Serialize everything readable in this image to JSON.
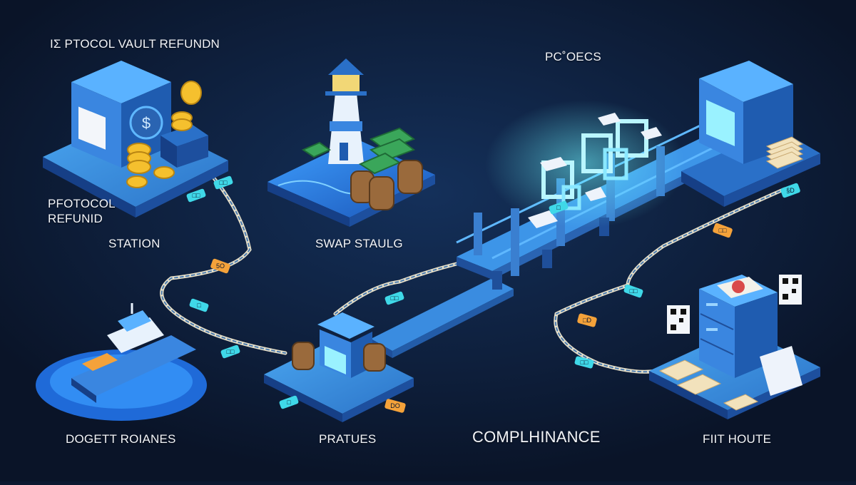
{
  "labels": {
    "vault_title": "IΣ  PTOCOL VAULT REFUNDN",
    "vault_sub": "PFOTOCOL\nREFUNID",
    "station": "STATION",
    "swap": "SWAP STAULG",
    "process": "PC˚OECS",
    "ship": "DOGETT ROIANES",
    "pratues": "PRATUES",
    "compliance": "COMPLHINANCE",
    "house": "FIIT HOUTE"
  },
  "tags": [
    "□□",
    "□□",
    "5O",
    "□",
    "□□",
    "□",
    "□□",
    "DO",
    "§D",
    "□□",
    "□□",
    "□D",
    "□□",
    "□"
  ],
  "colors": {
    "background": "#0c1830",
    "platform": "#3d8fe0",
    "platform_side": "#1f4f9a",
    "glow": "#5ff2ff",
    "rope": "#e8e0c8",
    "tag_orange": "#f4a23a",
    "tag_cyan": "#3fd8e8",
    "coin": "#f5c02e",
    "cash": "#3aa65a",
    "barrel": "#9a6a3c"
  },
  "icons": [
    "vault-icon",
    "coin-icon",
    "lighthouse-icon",
    "barrel-icon",
    "cash-stack-icon",
    "bridge-icon",
    "gate-icon",
    "server-box-icon",
    "ship-icon",
    "kiosk-icon",
    "filing-cabinet-icon",
    "qr-code-icon",
    "document-icon"
  ]
}
